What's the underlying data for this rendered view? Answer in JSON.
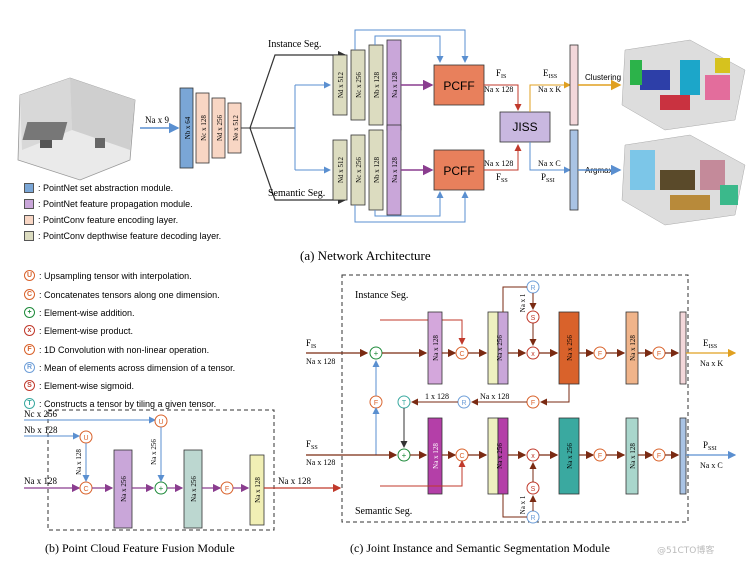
{
  "captions": {
    "a": "(a) Network Architecture",
    "b": "(b) Point Cloud Feature Fusion Module",
    "c": "(c) Joint Instance and Semantic Segmentation Module"
  },
  "legend": [
    {
      "label": ": PointNet set abstraction module.",
      "color": "#7aa6d6"
    },
    {
      "label": ": PointNet feature propagation module.",
      "color": "#c9a6d9"
    },
    {
      "label": ": PointConv feature encoding layer.",
      "color": "#f8d6c4"
    },
    {
      "label": ": PointConv depthwise feature decoding layer.",
      "color": "#dcdcc0"
    }
  ],
  "ops": [
    {
      "sym": "U",
      "label": ": Upsampling tensor with interpolation.",
      "color": "#d9622b"
    },
    {
      "sym": "C",
      "label": ": Concatenates tensors along one dimension.",
      "color": "#d9622b"
    },
    {
      "sym": "+",
      "label": ": Element-wise addition.",
      "color": "#1e8a3a"
    },
    {
      "sym": "x",
      "label": ": Element-wise product.",
      "color": "#c0392b"
    },
    {
      "sym": "F",
      "label": ": 1D Convolution with non-linear operation.",
      "color": "#d9622b"
    },
    {
      "sym": "R",
      "label": ": Mean of elements across dimension of a tensor.",
      "color": "#6f9fd8"
    },
    {
      "sym": "S",
      "label": ": Element-wise sigmoid.",
      "color": "#c0392b"
    },
    {
      "sym": "T",
      "label": ": Constructs a tensor by tiling a given tensor.",
      "color": "#3aa9a0"
    }
  ],
  "net": {
    "input_dim": "Na x 9",
    "encoder": [
      "Nb x 64",
      "Nc x 128",
      "Nd x 256",
      "Ne x 512"
    ],
    "instance_branch": "Instance Seg.",
    "semantic_branch": "Semantic Seg.",
    "decoder": [
      "Nd x 512",
      "Nc x 256",
      "Nb x 128",
      "Na x 128"
    ],
    "pcff": "PCFF",
    "jiss": "JISS",
    "f_is": "F",
    "f_is_sub": "IS",
    "f_ss": "F",
    "f_ss_sub": "SS",
    "dim_128_top": "Na x 128",
    "dim_128_bot": "Na x 128",
    "e_iss": "E",
    "e_iss_sub": "ISS",
    "e_dim": "Na x K",
    "p_ssi_dim": "Na x C",
    "p_ssi": "P",
    "p_ssi_sub": "SSI",
    "clustering": "Clustering",
    "argmax": "Argmax"
  },
  "pcff_module": {
    "in_nc": "Nc x 256",
    "in_nb": "Nb x 128",
    "in_na": "Na x 128",
    "side_na": "Na x 128",
    "side_nc": "Na x 256",
    "blocks": [
      "Na x 256",
      "Na x 256",
      "Na x 128"
    ],
    "out": "Na x 128"
  },
  "jiss_module": {
    "instance_label": "Instance Seg.",
    "semantic_label": "Semantic Seg.",
    "f_is": "F",
    "f_is_sub": "IS",
    "f_is_dim": "Na x 128",
    "f_ss": "F",
    "f_ss_sub": "SS",
    "f_ss_dim": "Na x 128",
    "top_blocks": [
      "Na x 128",
      "Na x 256",
      "Na x 256",
      "Na x 128"
    ],
    "bot_blocks": [
      "Na x 128",
      "Na x 256",
      "Na x 256",
      "Na x 128"
    ],
    "na_x_1_top": "Na x 1",
    "na_x_1_bot": "Na x 1",
    "mid_left": "1 x 128",
    "mid_right": "Na x 128",
    "e_iss": "E",
    "e_iss_sub": "ISS",
    "e_dim": "Na x K",
    "p_ssi": "P",
    "p_ssi_sub": "SSI",
    "p_dim": "Na x C"
  },
  "watermark": "@51CTO博客"
}
